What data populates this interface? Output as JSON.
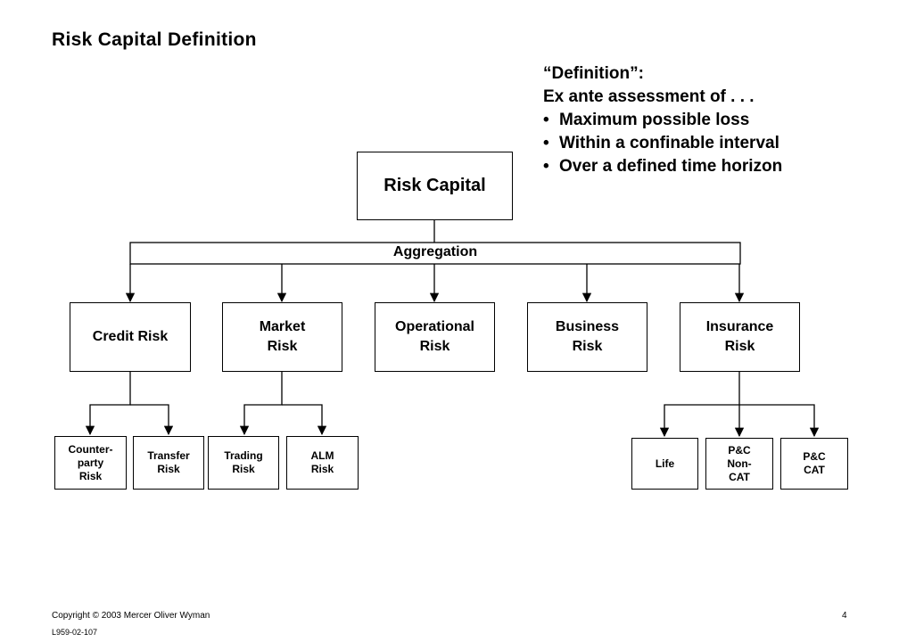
{
  "title": "Risk Capital Definition",
  "definition": {
    "heading": "“Definition”:",
    "intro": "Ex ante assessment of . . .",
    "bullets": [
      "Maximum possible loss",
      "Within a confinable interval",
      "Over a defined time horizon"
    ]
  },
  "diagram": {
    "root": "Risk Capital",
    "aggregation": "Aggregation",
    "categories": [
      "Credit Risk",
      "Market\nRisk",
      "Operational\nRisk",
      "Business\nRisk",
      "Insurance\nRisk"
    ],
    "credit_children": [
      "Counter-\nparty\nRisk",
      "Transfer\nRisk"
    ],
    "market_children": [
      "Trading\nRisk",
      "ALM\nRisk"
    ],
    "insurance_children": [
      "Life",
      "P&C\nNon-\nCAT",
      "P&C\nCAT"
    ]
  },
  "footer": {
    "copyright": "Copyright © 2003 Mercer Oliver Wyman",
    "doc_id": "L959-02-107",
    "page_number": "4"
  }
}
